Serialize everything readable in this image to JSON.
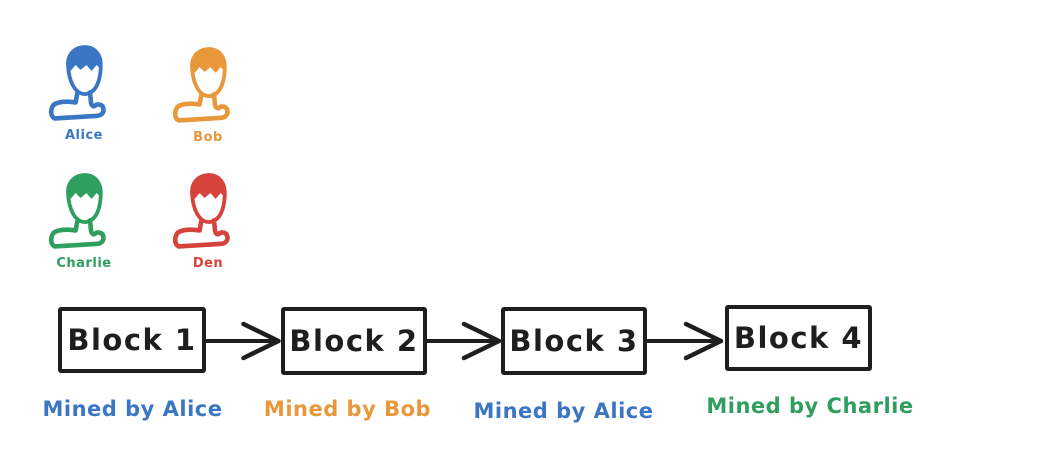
{
  "diagram": {
    "background": "#ffffff",
    "ink_color": "#1e1e1e"
  },
  "miners": [
    {
      "name": "Alice",
      "color": "#3b76c4",
      "icon": "person-bust-icon"
    },
    {
      "name": "Bob",
      "color": "#e8973a",
      "icon": "person-bust-icon"
    },
    {
      "name": "Charlie",
      "color": "#2f9e5f",
      "icon": "person-bust-icon"
    },
    {
      "name": "Den",
      "color": "#d6423c",
      "icon": "person-bust-icon"
    }
  ],
  "blockchain": {
    "blocks": [
      {
        "label": "Block 1",
        "caption": "Mined by Alice",
        "caption_color": "#3b76c4"
      },
      {
        "label": "Block 2",
        "caption": "Mined by Bob",
        "caption_color": "#e8973a"
      },
      {
        "label": "Block 3",
        "caption": "Mined by Alice",
        "caption_color": "#3b76c4"
      },
      {
        "label": "Block 4",
        "caption": "Mined by Charlie",
        "caption_color": "#2f9e5f"
      }
    ],
    "connector_icon": "arrow-right-icon"
  }
}
